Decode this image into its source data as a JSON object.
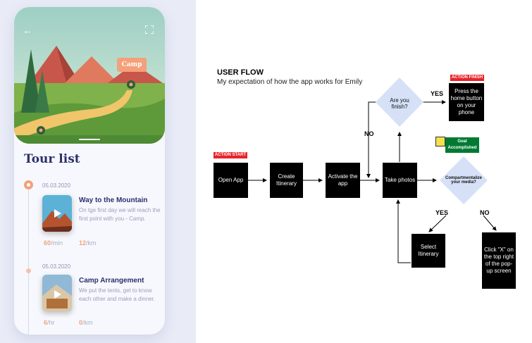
{
  "app": {
    "hero_tag": "Camp",
    "tour_title": "Tour list",
    "tours": [
      {
        "date": "05.03.2020",
        "title": "Way to the Mountain",
        "desc": "On tge first day we will reach the first point with you - Camp.",
        "stat1_value": "60",
        "stat1_unit": "/min",
        "stat2_value": "12",
        "stat2_unit": "/km"
      },
      {
        "date": "05.03.2020",
        "title": "Camp Arrangement",
        "desc": "We put the tents, get to know each other and make a dinner.",
        "stat1_value": "6",
        "stat1_unit": "/hr",
        "stat2_value": "0",
        "stat2_unit": "/km"
      }
    ],
    "icons": [
      "back-arrow-icon",
      "expand-icon",
      "location-pin-icon",
      "play-icon"
    ]
  },
  "flow": {
    "title": "USER FLOW",
    "subtitle": "My expectation of how the app works for Emily",
    "action_start": "ACTION START",
    "action_finish": "ACTION FINISH",
    "goal": "Goal Accomplished",
    "nodes": {
      "open_app": "Open App",
      "create_itinerary": "Create Itinerary",
      "activate_app": "Activate the app",
      "take_photos": "Take photos",
      "are_you_finish": "Are you finish?",
      "press_home": "Press the home button on your phone",
      "compartmentalize": "Compartmentalize your media?",
      "select_itinerary": "Select Itinerary",
      "click_x": "Click \"X\" on the top right of the pop-up screen"
    },
    "labels": {
      "yes_top": "YES",
      "no_left": "NO",
      "yes_bottom": "YES",
      "no_bottom": "NO"
    },
    "colors": {
      "node": "#000000",
      "decision": "#d6e1f7",
      "start_finish_tag": "#e8232a",
      "goal": "#007a33",
      "accent": "#f2a27c"
    }
  }
}
